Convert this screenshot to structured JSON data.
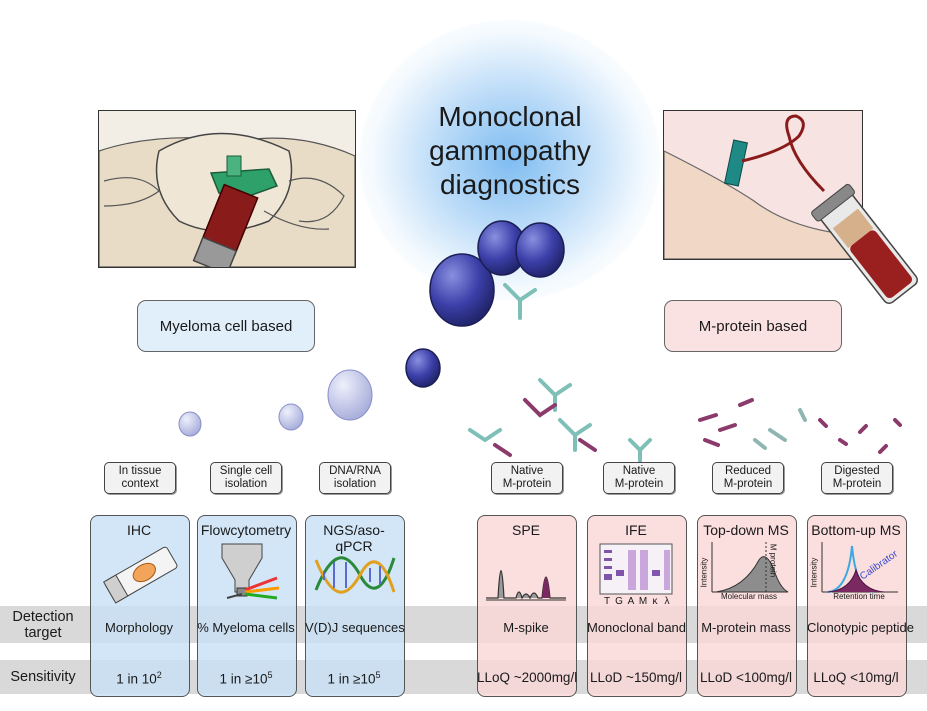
{
  "title": "Monoclonal gammopathy diagnostics",
  "categories": {
    "left": "Myeloma cell based",
    "right": "M-protein based"
  },
  "methods_group": [
    "In tissue\ncontext",
    "Single cell\nisolation",
    "DNA/RNA\nisolation",
    "Native\nM-protein",
    "Native\nM-protein",
    "Reduced\nM-protein",
    "Digested\nM-protein"
  ],
  "rows": {
    "detection_target": "Detection target",
    "sensitivity": "Sensitivity"
  },
  "columns": [
    {
      "title": "IHC",
      "target": "Morphology",
      "sens_prefix": "1 in 10",
      "sens_sup": "2",
      "theme": "blue"
    },
    {
      "title": "Flowcytometry",
      "target": "% Myeloma cells",
      "sens_prefix": "1 in ≥10",
      "sens_sup": "5",
      "theme": "blue"
    },
    {
      "title": "NGS/aso-qPCR",
      "target": "V(D)J sequences",
      "sens_prefix": "1 in ≥10",
      "sens_sup": "5",
      "theme": "blue"
    },
    {
      "title": "SPE",
      "target": "M-spike",
      "sens_prefix": "LLoQ ~2000mg/l",
      "sens_sup": "",
      "theme": "pink"
    },
    {
      "title": "IFE",
      "target": "Monoclonal band",
      "sens_prefix": "LLoD ~150mg/l",
      "sens_sup": "",
      "theme": "pink"
    },
    {
      "title": "Top-down MS",
      "target": "M-protein mass",
      "sens_prefix": "LLoD <100mg/l",
      "sens_sup": "",
      "theme": "pink"
    },
    {
      "title": "Bottom-up MS",
      "target": "Clonotypic peptide",
      "sens_prefix": "LLoQ <10mg/l",
      "sens_sup": "",
      "theme": "pink"
    }
  ],
  "ife_lanes": [
    "T",
    "G",
    "A",
    "M",
    "κ",
    "λ"
  ],
  "topdown": {
    "xlabel": "Molecular mass",
    "ylabel": "Intensity",
    "peak_label": "M protein"
  },
  "bottomup": {
    "xlabel": "Retention time",
    "ylabel": "Intensity",
    "peak_label": "Calibrator"
  },
  "colors": {
    "blue_panel": "#cde3f5",
    "pink_panel": "#f9d6d6",
    "band": "#d9d9d9",
    "cell": "#3b3fa8"
  }
}
